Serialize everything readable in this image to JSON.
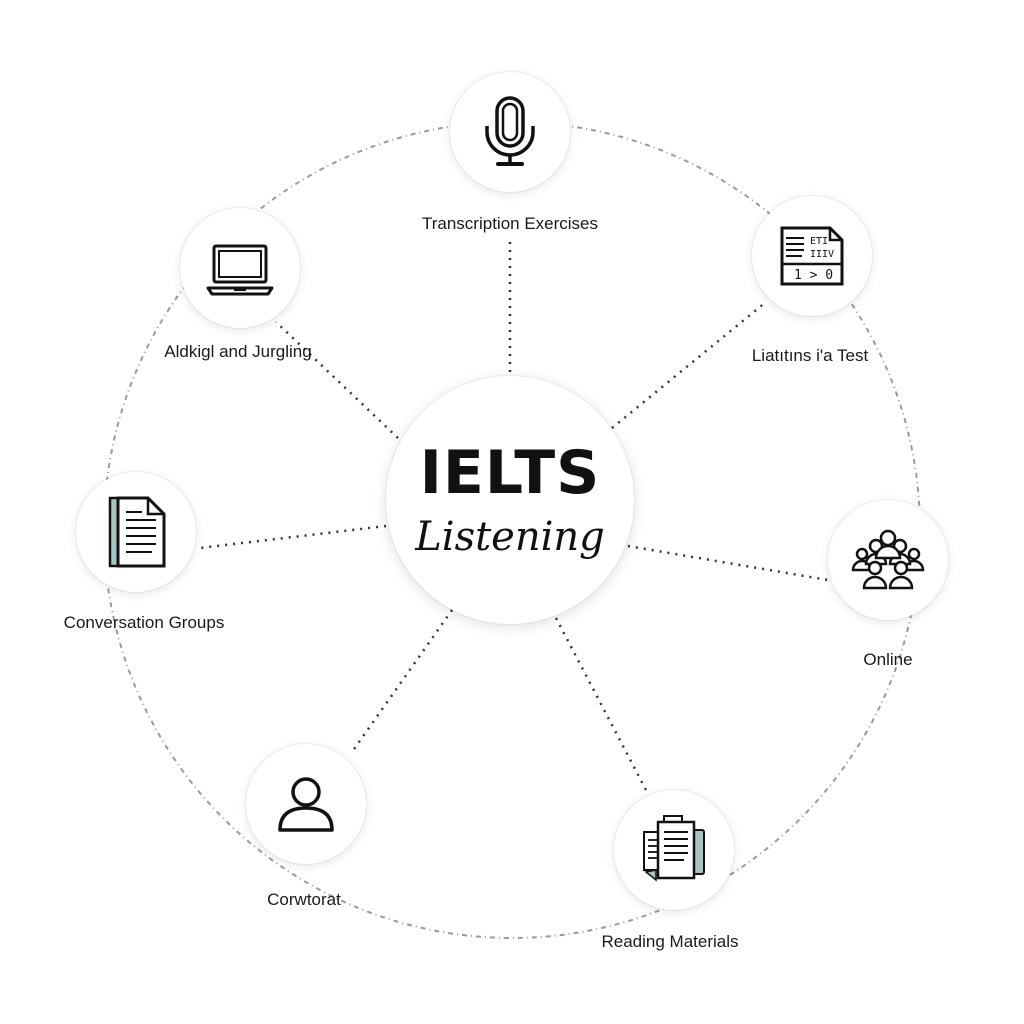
{
  "center": {
    "title": "IELTS",
    "subtitle": "Listening"
  },
  "nodes": [
    {
      "label": "Transcription Exercises",
      "icon": "microphone-icon"
    },
    {
      "label": "Liatıtıns i'a Test",
      "icon": "test-sheet-icon"
    },
    {
      "label": "Online",
      "icon": "group-people-icon"
    },
    {
      "label": "Reading Materials",
      "icon": "documents-stack-icon"
    },
    {
      "label": "Corwtorat",
      "icon": "person-icon"
    },
    {
      "label": "Conversation Groups",
      "icon": "notebook-icon"
    },
    {
      "label": "Aldkigl and Jurgling",
      "icon": "laptop-icon"
    }
  ],
  "test_icon_text": {
    "line1": "ETI",
    "line2": "IIIV",
    "line3": "1 > 0"
  },
  "colors": {
    "line": "#333333",
    "accent": "#a8c4c2",
    "ring": "#999999"
  }
}
